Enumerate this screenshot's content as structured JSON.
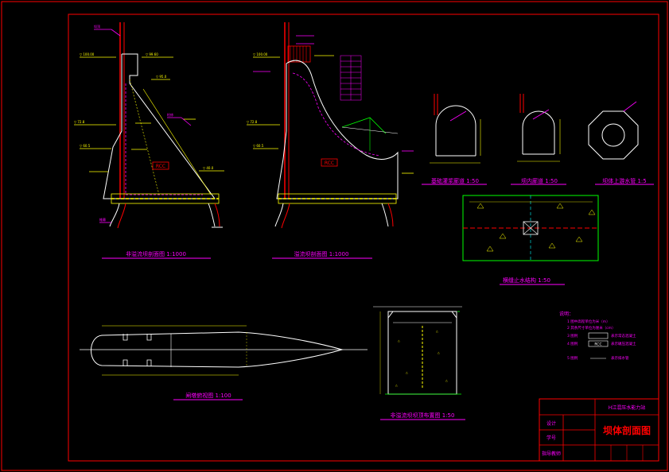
{
  "drawing": {
    "title": "坝体剖面图",
    "school": "H江混压水能力站",
    "title_block": {
      "row1_label": "设计",
      "row2_label": "学号",
      "row3_label": "指导教师"
    }
  },
  "views": {
    "nonoverflow_section": {
      "title": "非溢流坝剖面图 1:1000",
      "tag": "RCC"
    },
    "overflow_section": {
      "title": "溢流坝剖面图 1:1000",
      "tag": "RCC"
    },
    "gallery_a": {
      "title": "基础灌浆廊道 1:50"
    },
    "gallery_b": {
      "title": "坝内廊道 1:50"
    },
    "pipe": {
      "title": "坝体上游水管 1:5"
    },
    "waterstop": {
      "title": "横缝止水结构 1:50"
    },
    "pier_plan": {
      "title": "闸墩俯视图 1:100"
    },
    "crest_detail": {
      "title": "非溢流坝坝顶布置图 1:50"
    }
  },
  "notes": {
    "heading": "说明：",
    "items": [
      "1 图中高程单位为米（m）",
      "2 其余尺寸单位为厘米（cm）",
      "3 图例",
      "4 图例",
      "5 图例"
    ],
    "legend": [
      {
        "label": "表示常态混凝土",
        "box": ""
      },
      {
        "label": "表示碾压混凝土",
        "box": "RCC"
      },
      {
        "label": "表示排水管",
        "box": ""
      }
    ]
  },
  "colors": {
    "background": "#000000",
    "frame": "#ff0000",
    "dam_outline": "#ffffff",
    "dimension": "#ffff00",
    "annotation": "#ff00ff",
    "waterstop": "#00ff00",
    "hatch": "#ff0000",
    "centerline": "#00ffff"
  }
}
